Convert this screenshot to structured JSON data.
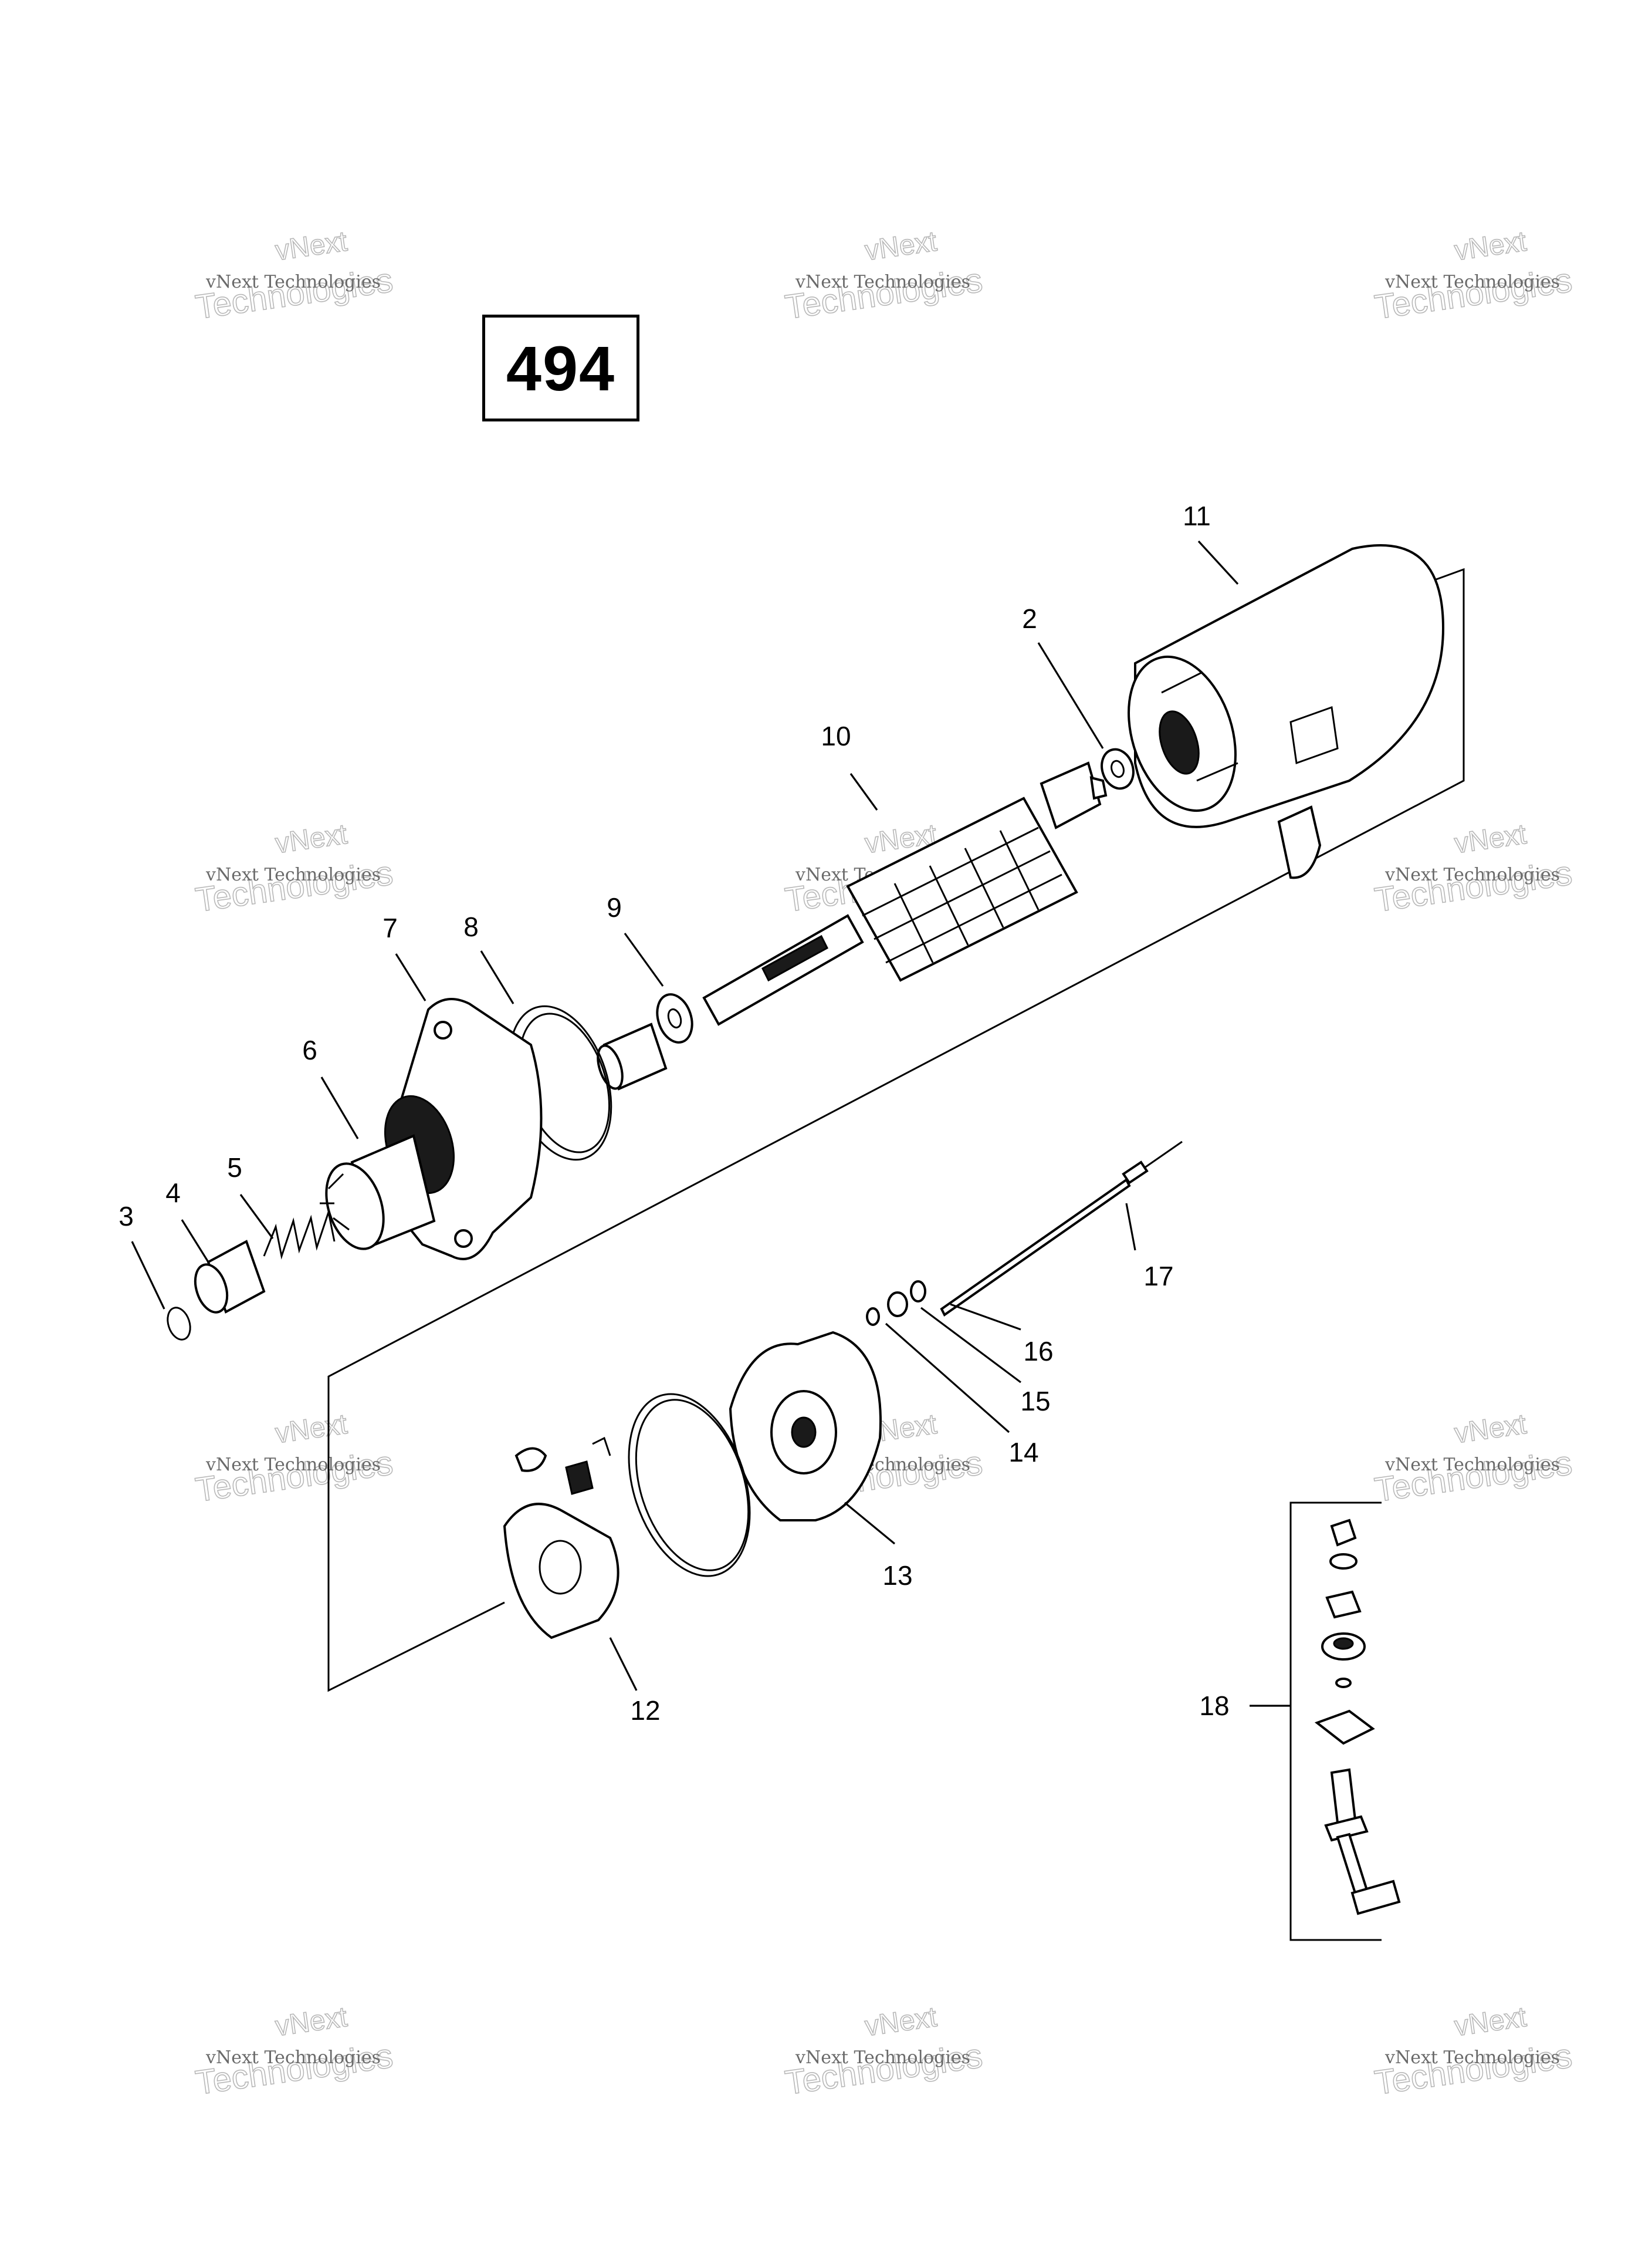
{
  "page_number": "494",
  "callouts": [
    "11",
    "2",
    "10",
    "9",
    "8",
    "7",
    "6",
    "5",
    "4",
    "3",
    "17",
    "16",
    "15",
    "14",
    "13",
    "12",
    "18"
  ],
  "watermark": {
    "line1": "vNext Technologies",
    "line2": "Technologies",
    "line3": "vNext"
  }
}
